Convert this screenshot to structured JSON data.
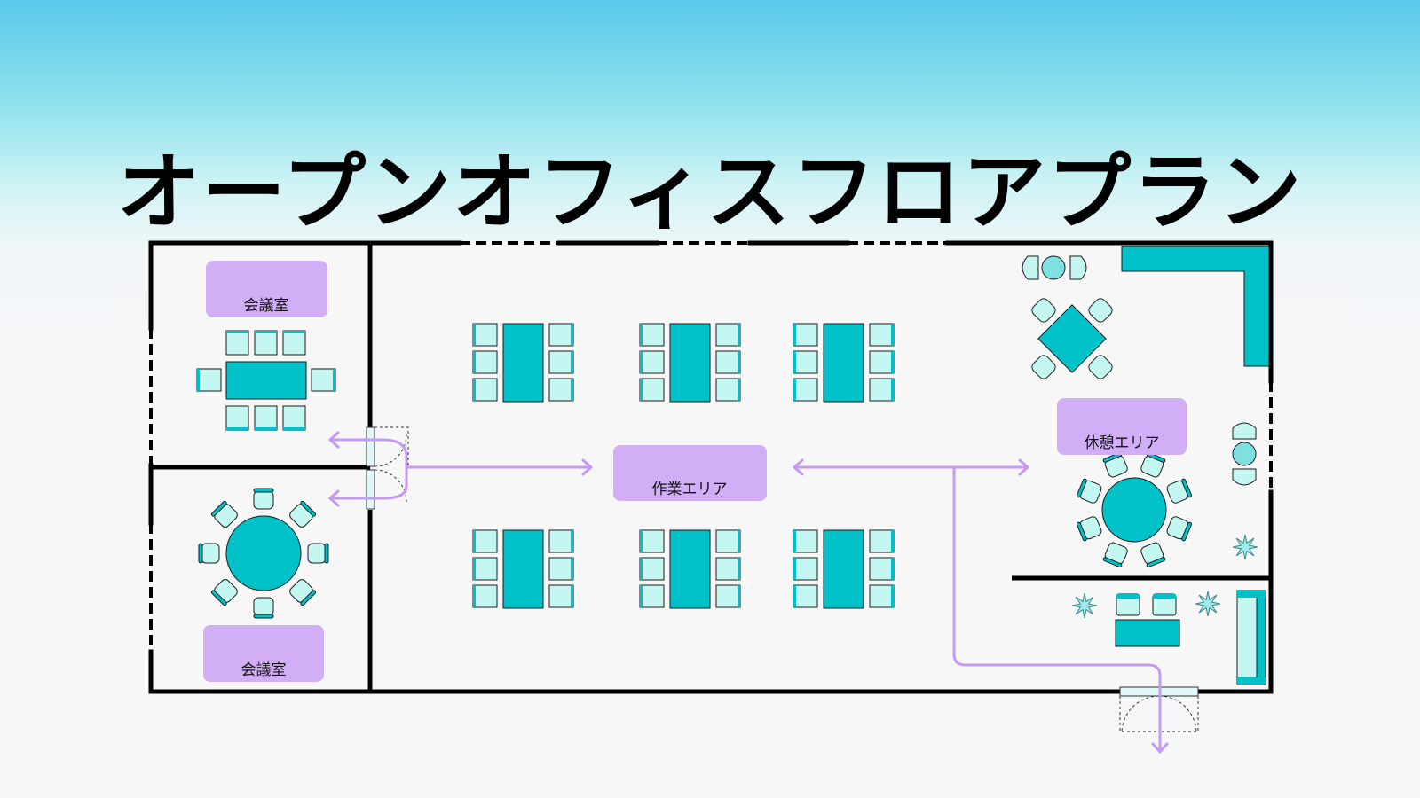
{
  "title": "オープンオフィスフロアプラン",
  "rooms": {
    "meeting_room_top": "会議室",
    "meeting_room_bottom": "会議室",
    "work_area": "作業エリア",
    "rest_area": "休憩エリア"
  },
  "colors": {
    "furniture": "#00c1c7",
    "chair": "#c5f7f2",
    "label_bg": "#d2aef7",
    "arrow": "#c59af5",
    "wall": "#000000"
  }
}
